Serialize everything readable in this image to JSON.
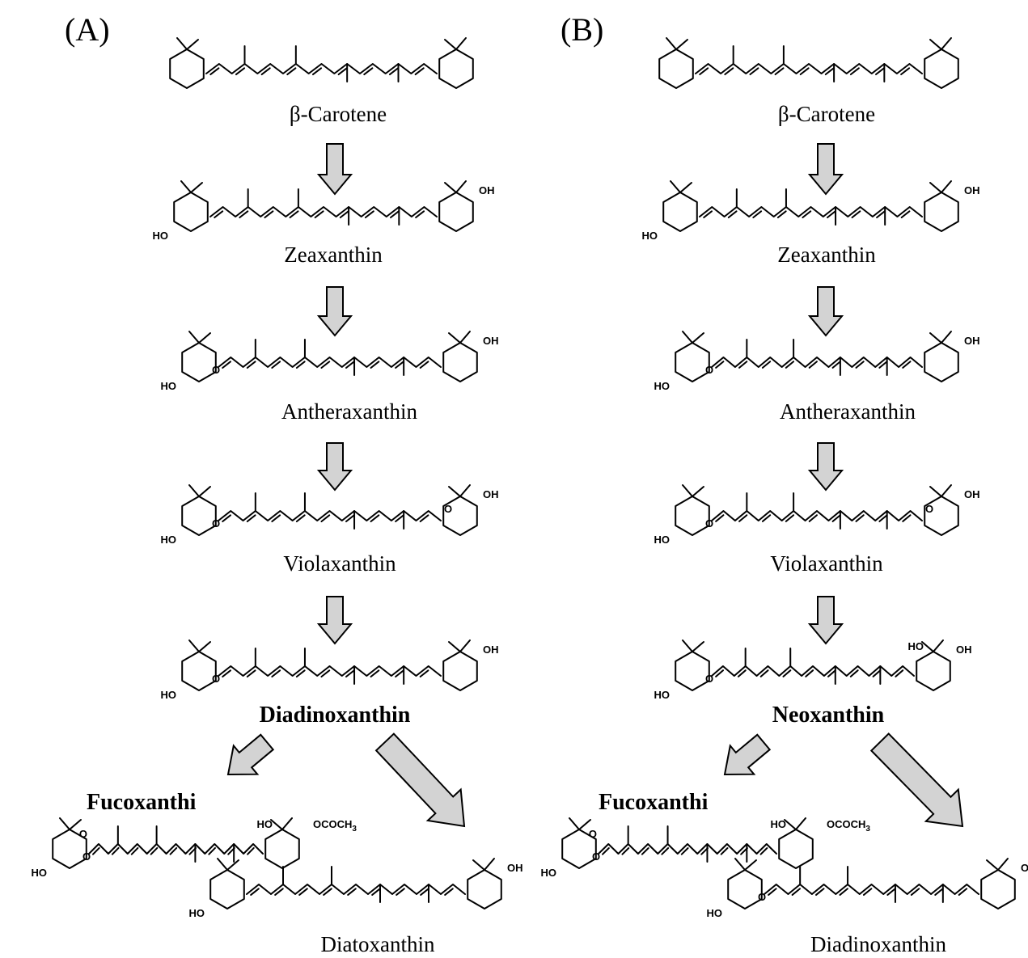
{
  "panels": [
    {
      "label": "(A)",
      "compounds": [
        {
          "label": "β-Carotene",
          "bold": false
        },
        {
          "label": "Zeaxanthin",
          "bold": false
        },
        {
          "label": "Antheraxanthin",
          "bold": false
        },
        {
          "label": "Violaxanthin",
          "bold": false
        },
        {
          "label": "Diadinoxanthin",
          "bold": true
        },
        {
          "label": "Fucoxanthi",
          "bold": true
        },
        {
          "label": "Diatoxanthin",
          "bold": false
        }
      ]
    },
    {
      "label": "(B)",
      "compounds": [
        {
          "label": "β-Carotene",
          "bold": false
        },
        {
          "label": "Zeaxanthin",
          "bold": false
        },
        {
          "label": "Antheraxanthin",
          "bold": false
        },
        {
          "label": "Violaxanthin",
          "bold": false
        },
        {
          "label": "Neoxanthin",
          "bold": true
        },
        {
          "label": "Fucoxanthi",
          "bold": true
        },
        {
          "label": "Diadinoxanthin",
          "bold": false
        }
      ]
    }
  ],
  "atoms": {
    "hydroxyl": "HO",
    "hydroxyl_right": "OH",
    "epoxide_oxygen": "O",
    "carbonyl_oxygen": "O",
    "acetate": "OCOCH",
    "acetate_subscript": "3"
  }
}
